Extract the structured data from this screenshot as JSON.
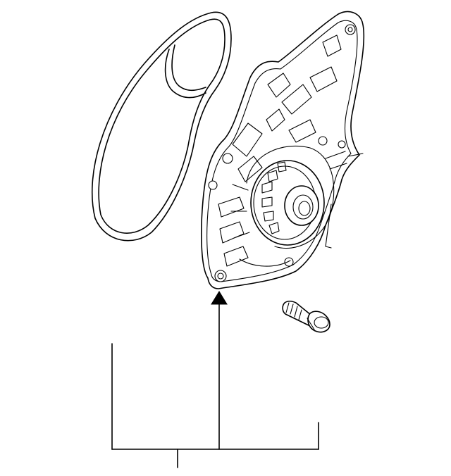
{
  "diagram": {
    "parts": [
      {
        "id": "gasket",
        "name": "water-pump-gasket"
      },
      {
        "id": "pump",
        "name": "water-pump-assembly"
      },
      {
        "id": "bolt",
        "name": "mounting-bolt"
      }
    ],
    "callout": {
      "arrow": "pointer-arrow",
      "bracket": "parts-group-bracket"
    }
  }
}
